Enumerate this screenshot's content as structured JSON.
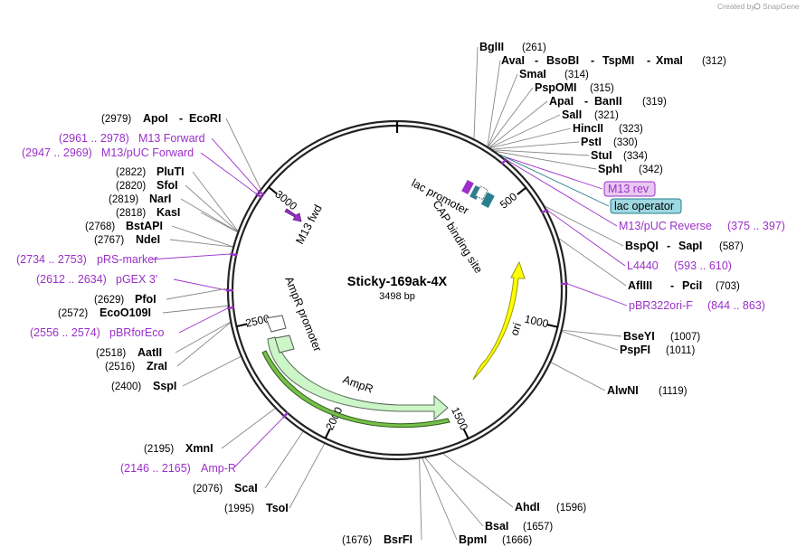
{
  "plasmid": {
    "name": "Sticky-169ak-4X",
    "length_label": "3498 bp",
    "length": 3498
  },
  "brand": {
    "created_by": "Created by",
    "logo": "SnapGene"
  },
  "ticks": [
    "500",
    "1000",
    "1500",
    "2000",
    "2500",
    "3000"
  ],
  "enzymes": {
    "bglii": "BglII",
    "bglii_pos": "(261)",
    "avai": "AvaI",
    "bsobi": "BsoBI",
    "tspmi": "TspMI",
    "xmai": "XmaI",
    "avai_pos": "(312)",
    "smai": "SmaI",
    "smai_pos": "(314)",
    "pspomi": "PspOMI",
    "pspomi_pos": "(315)",
    "apai": "ApaI",
    "banii": "BanII",
    "apai_pos": "(319)",
    "sali": "SalI",
    "sali_pos": "(321)",
    "hincii": "HincII",
    "hincii_pos": "(323)",
    "psti": "PstI",
    "psti_pos": "(330)",
    "stui": "StuI",
    "stui_pos": "(334)",
    "sphi": "SphI",
    "sphi_pos": "(342)",
    "bspqi": "BspQI",
    "sapi": "SapI",
    "bspqi_pos": "(587)",
    "afliii": "AflIII",
    "pcii": "PciI",
    "afliii_pos": "(703)",
    "bseyi": "BseYI",
    "bseyi_pos": "(1007)",
    "pspfi": "PspFI",
    "pspfi_pos": "(1011)",
    "alwni": "AlwNI",
    "alwni_pos": "(1119)",
    "ahdi": "AhdI",
    "ahdi_pos": "(1596)",
    "bsai": "BsaI",
    "bsai_pos": "(1657)",
    "bpmi": "BpmI",
    "bpmi_pos": "(1666)",
    "bsrfi": "BsrFI",
    "bsrfi_pos": "(1676)",
    "tsoi": "TsoI",
    "tsoi_pos": "(1995)",
    "scai": "ScaI",
    "scai_pos": "(2076)",
    "xmni": "XmnI",
    "xmni_pos": "(2195)",
    "sspi": "SspI",
    "sspi_pos": "(2400)",
    "zrai": "ZraI",
    "zrai_pos": "(2516)",
    "aatii": "AatII",
    "aatii_pos": "(2518)",
    "eco0109i": "EcoO109I",
    "eco0109i_pos": "(2572)",
    "pfoi": "PfoI",
    "pfoi_pos": "(2629)",
    "ndei": "NdeI",
    "ndei_pos": "(2767)",
    "bstapi": "BstAPI",
    "bstapi_pos": "(2768)",
    "kasi": "KasI",
    "kasi_pos": "(2818)",
    "nari": "NarI",
    "nari_pos": "(2819)",
    "sfoi": "SfoI",
    "sfoi_pos": "(2820)",
    "pluti": "PluTI",
    "pluti_pos": "(2822)",
    "apoi": "ApoI",
    "ecori": "EcoRI",
    "apoi_pos": "(2979)",
    "dash": "-"
  },
  "primers": {
    "m13_rev": "M13 rev",
    "lac_operator": "lac operator",
    "m13puc_reverse": "M13/pUC Reverse",
    "m13puc_reverse_range": "(375 .. 397)",
    "l4440": "L4440",
    "l4440_range": "(593 .. 610)",
    "pbr322ori": "pBR322ori-F",
    "pbr322ori_range": "(844 .. 863)",
    "ampr": "Amp-R",
    "ampr_range": "(2146 .. 2165)",
    "pbrforeco": "pBRforEco",
    "pbrforeco_range": "(2556 .. 2574)",
    "pgex3": "pGEX 3'",
    "pgex3_range": "(2612 .. 2634)",
    "prs_marker": "pRS-marker",
    "prs_marker_range": "(2734 .. 2753)",
    "m13puc_forward": "M13/pUC Forward",
    "m13puc_forward_range": "(2947 .. 2969)",
    "m13_forward": "M13 Forward",
    "m13_forward_range": "(2961 .. 2978)"
  },
  "features": {
    "ori": "ori",
    "ampr": "AmpR",
    "ampr_promoter": "AmpR promoter",
    "lac_promoter": "lac promoter",
    "cap_site": "CAP binding site",
    "m13_fwd": "M13 fwd"
  },
  "colors": {
    "primer": "#9b30c8",
    "ori": "#ffff00",
    "ampr": "#ccf5c8",
    "lac_operator_box": "#9ed8e0",
    "m13_rev_box": "#e8c8f0",
    "cap": "#2a7f8f"
  }
}
